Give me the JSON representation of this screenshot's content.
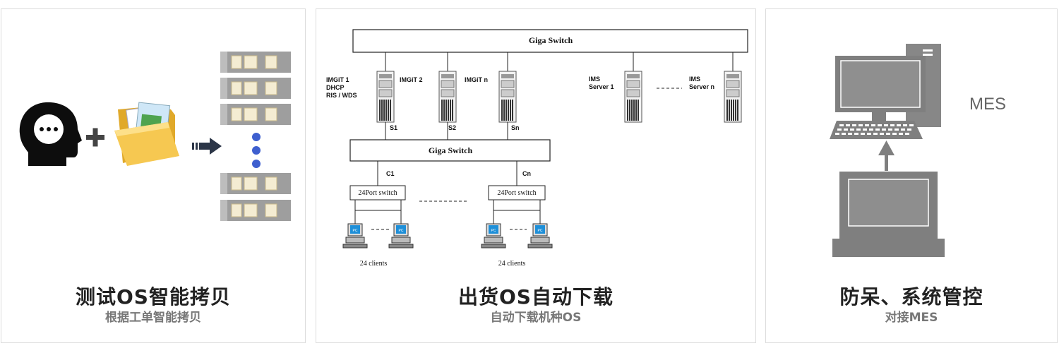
{
  "card1": {
    "title": "测试OS智能拷贝",
    "subtitle": "根据工单智能拷贝",
    "icons": [
      "head-chat-icon",
      "plus-icon",
      "folder-icon",
      "arrow-right-icon",
      "usb-drive-icon"
    ]
  },
  "card2": {
    "title": "出货OS自动下载",
    "subtitle": "自动下载机种OS",
    "diagram": {
      "top_switch": "Giga Switch",
      "mid_switch": "Giga Switch",
      "server1_lines": [
        "IMGiT 1",
        "DHCP",
        "RIS / WDS"
      ],
      "server2": "IMGiT 2",
      "server3": "IMGiT n",
      "ims1_lines": [
        "IMS",
        "Server 1"
      ],
      "imsn_lines": [
        "IMS",
        "Server n"
      ],
      "s1": "S1",
      "s2": "S2",
      "sn": "Sn",
      "c1": "C1",
      "cn": "Cn",
      "port_switch_left": "24Port switch",
      "port_switch_right": "24Port switch",
      "clients_left": "24 clients",
      "clients_right": "24 clients",
      "pc_label": "PC"
    }
  },
  "card3": {
    "title": "防呆、系统管控",
    "subtitle": "对接MES",
    "mes_label": "MES",
    "icons": [
      "desktop-computer-icon",
      "laptop-icon",
      "arrow-up-icon"
    ]
  }
}
